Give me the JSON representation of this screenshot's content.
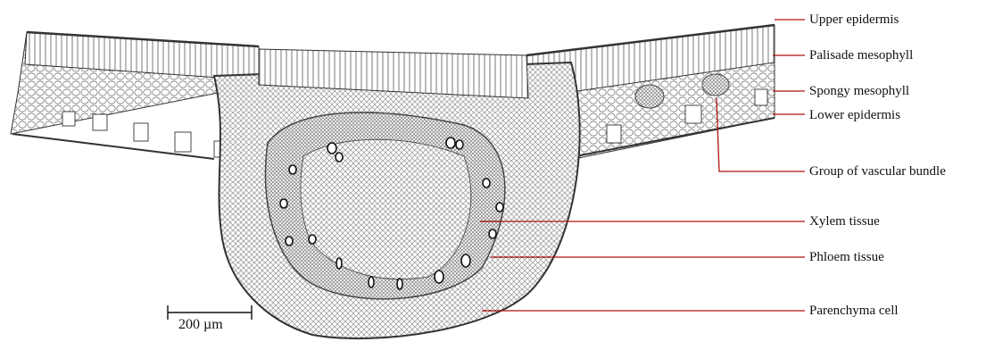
{
  "labels": {
    "upper_epidermis": "Upper epidermis",
    "palisade_mesophyll": "Palisade mesophyll",
    "spongy_mesophyll": "Spongy mesophyll",
    "lower_epidermis": "Lower epidermis",
    "vascular_bundle_group": "Group of vascular bundle",
    "xylem": "Xylem tissue",
    "phloem": "Phloem tissue",
    "parenchyma": "Parenchyma cell"
  },
  "scale_bar": {
    "text": "200 µm"
  },
  "colors": {
    "leader_line": "#b01010",
    "drawing_ink": "#333333",
    "background": "#ffffff"
  }
}
